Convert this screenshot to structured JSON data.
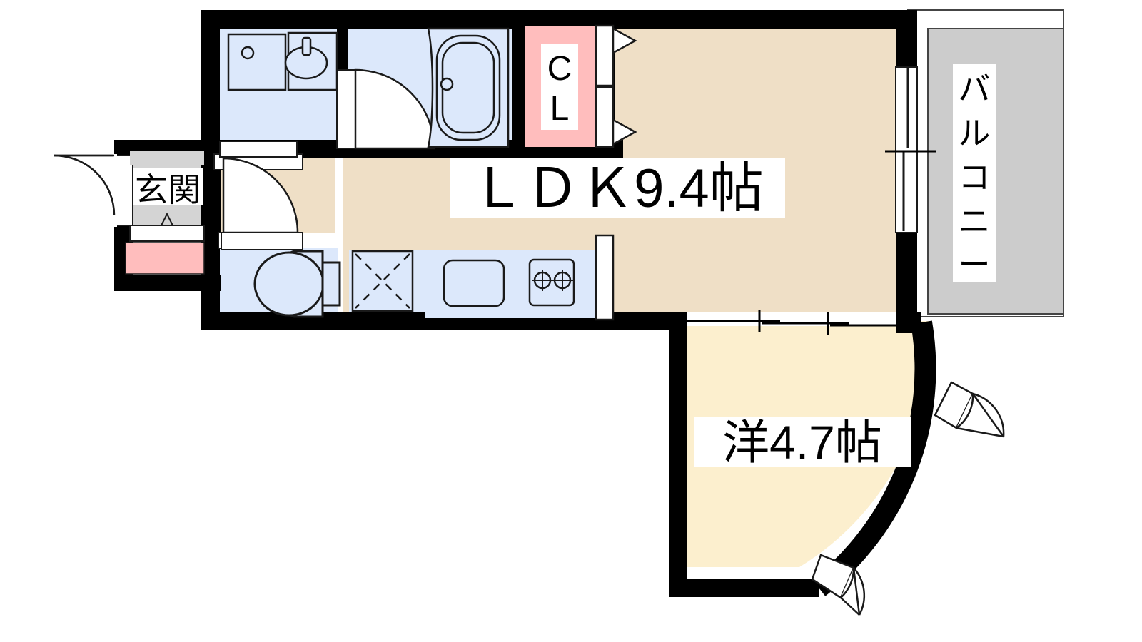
{
  "plan": {
    "type": "japanese-apartment-floor-plan",
    "layout_type": "1LDK",
    "title": "",
    "colors": {
      "wall": "#000000",
      "ldk_floor": "#EFDFC6",
      "bedroom_floor": "#FCEFCE",
      "water_area": "#DCE8FB",
      "closet": "#FFBDBD",
      "balcony": "#CCCCCC",
      "entrance_tataki": "#D4D4D4",
      "white": "#FFFFFF",
      "line": "#1A1A1A"
    },
    "rooms": [
      {
        "id": "ldk",
        "label": "ＬＤＫ9.4帖",
        "size_jo": 9.4,
        "floor_color": "#EFDFC6"
      },
      {
        "id": "bedroom",
        "label": "洋4.7帖",
        "size_jo": 4.7,
        "floor_color": "#FCEFCE"
      },
      {
        "id": "entrance",
        "label": "玄関",
        "floor_color": "#D4D4D4"
      },
      {
        "id": "closet",
        "label_line_1": "C",
        "label_line_2": "L",
        "floor_color": "#FFBDBD"
      },
      {
        "id": "balcony",
        "label": "バルコニー",
        "floor_color": "#CCCCCC"
      },
      {
        "id": "washroom",
        "label": "",
        "floor_color": "#DCE8FB"
      },
      {
        "id": "bathroom",
        "label": "",
        "floor_color": "#DCE8FB"
      },
      {
        "id": "toilet",
        "label": "",
        "floor_color": "#DCE8FB"
      },
      {
        "id": "kitchen",
        "label": "",
        "floor_color": "#DCE8FB"
      },
      {
        "id": "shoe-box",
        "label": "",
        "floor_color": "#FFBDBD"
      }
    ],
    "fixtures": [
      {
        "id": "washing-machine-pan",
        "name": "washing-machine-pan"
      },
      {
        "id": "vanity-sink",
        "name": "vanity-sink"
      },
      {
        "id": "bathtub",
        "name": "bathtub"
      },
      {
        "id": "toilet",
        "name": "toilet"
      },
      {
        "id": "refrigerator-space",
        "name": "refrigerator-space"
      },
      {
        "id": "kitchen-sink",
        "name": "kitchen-sink"
      },
      {
        "id": "gas-stove",
        "name": "gas-stove-two-burner"
      }
    ],
    "openings": [
      {
        "id": "front-door",
        "name": "entrance-swing-door"
      },
      {
        "id": "hall-door",
        "name": "ldk-swing-door"
      },
      {
        "id": "bath-door",
        "name": "bathroom-swing-door"
      },
      {
        "id": "closet-doors",
        "name": "closet-folding-doors"
      },
      {
        "id": "balcony-sliding-door",
        "name": "balcony-sliding-glass-door"
      },
      {
        "id": "bedroom-sliding-door",
        "name": "bedroom-sliding-door"
      },
      {
        "id": "bedroom-window-upper",
        "name": "bedroom-casement-window-upper"
      },
      {
        "id": "bedroom-window-lower",
        "name": "bedroom-casement-window-lower"
      }
    ]
  },
  "labels": {
    "ldk": "ＬＤＫ9.4帖",
    "bedroom": "洋4.7帖",
    "entrance": "玄関",
    "closet_c": "C",
    "closet_l": "L",
    "balcony_chars": [
      "バ",
      "ル",
      "コ",
      "ニ",
      "ー"
    ]
  }
}
